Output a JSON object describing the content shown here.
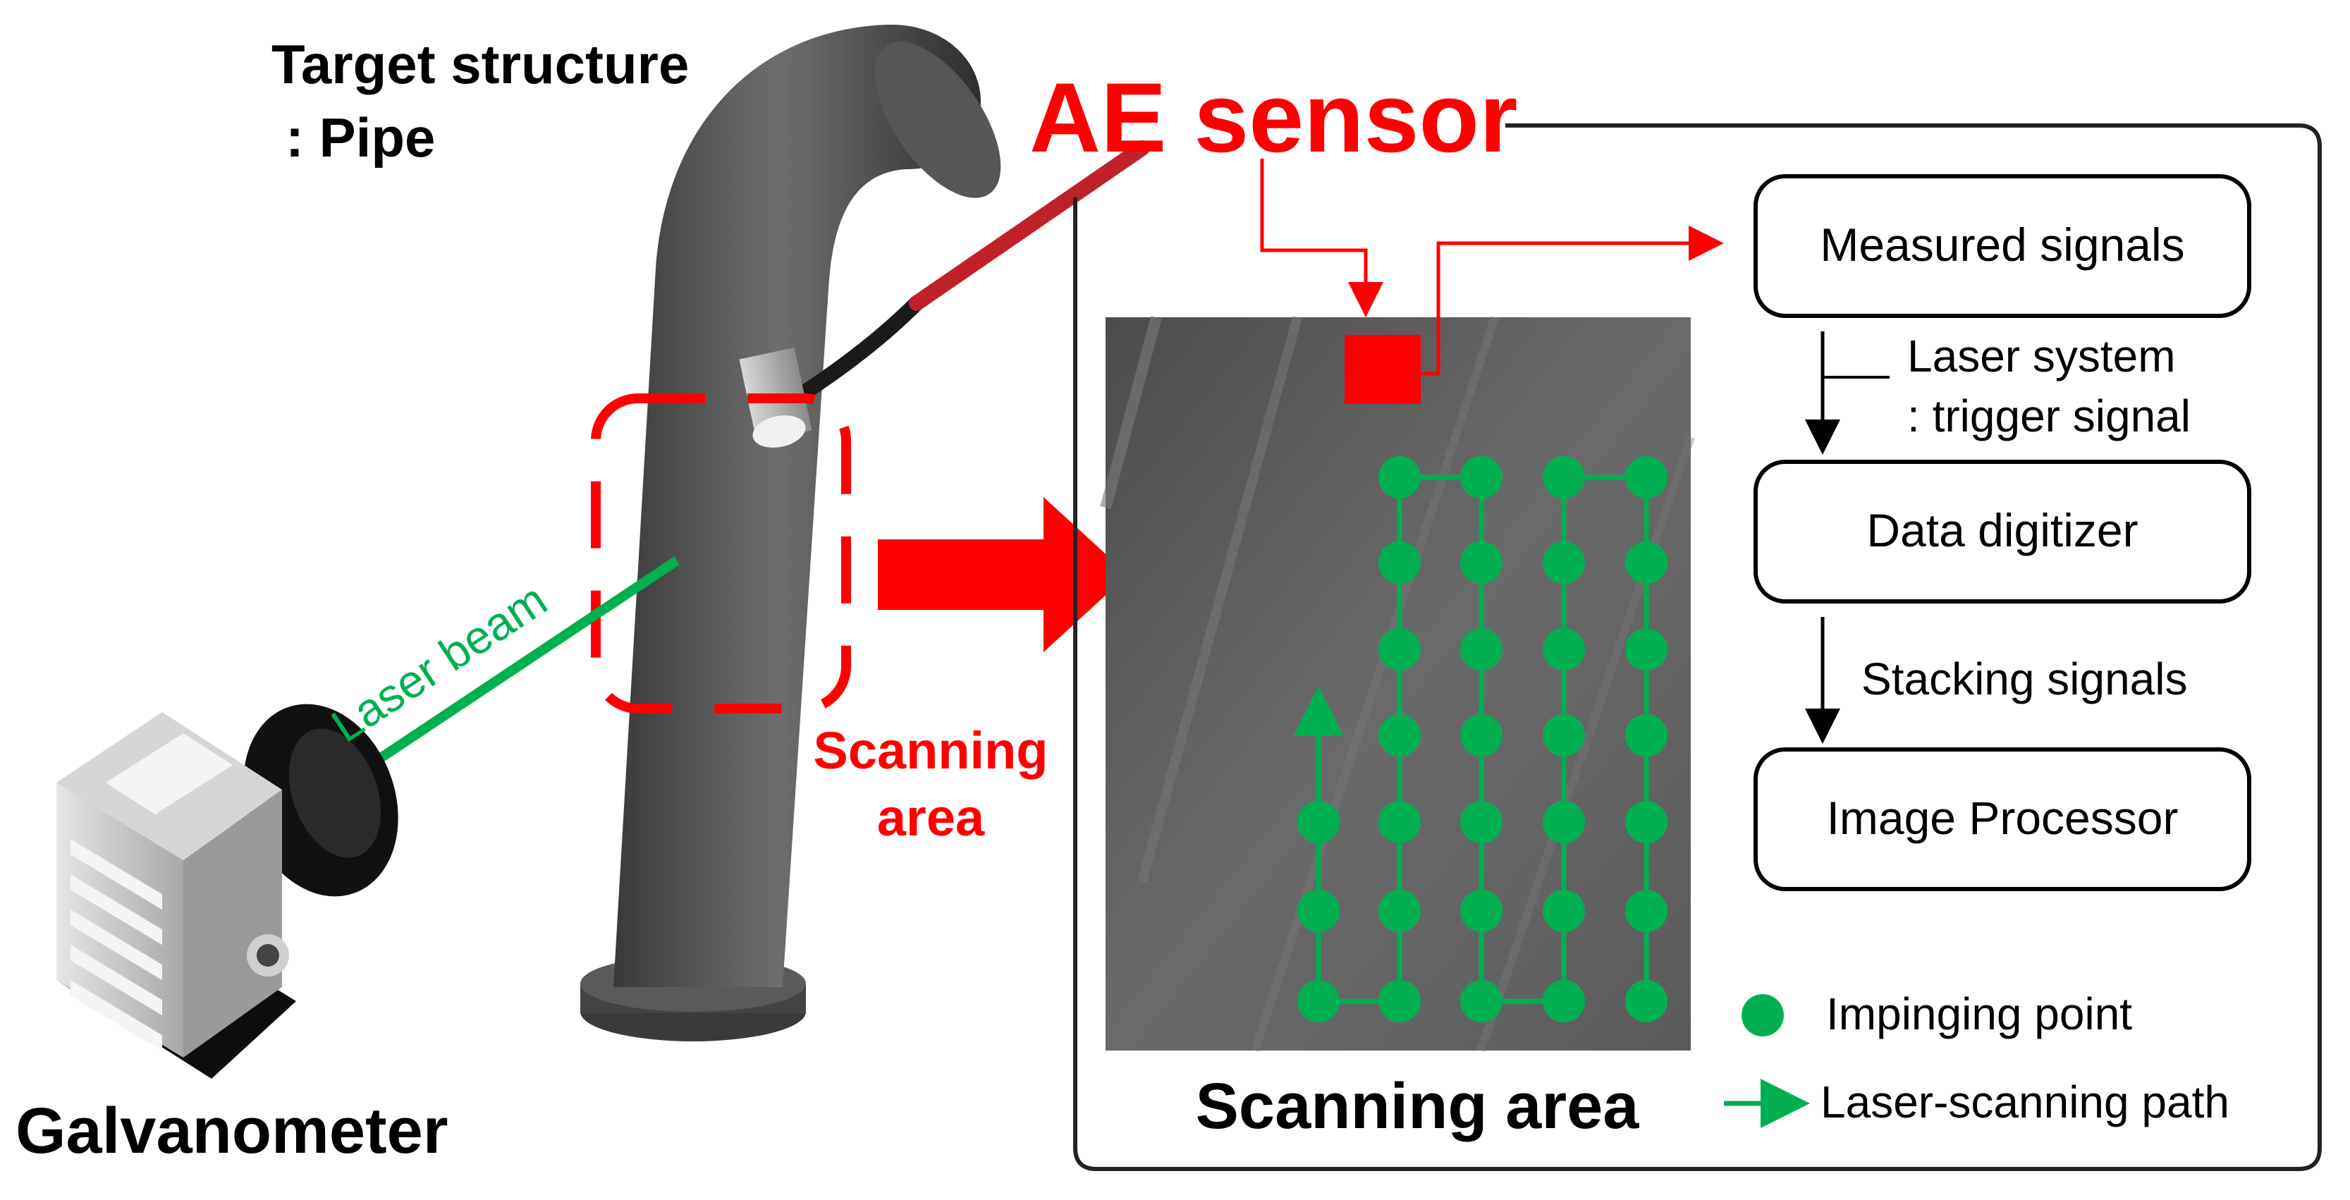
{
  "labels": {
    "target_structure": "Target structure",
    "pipe": ": Pipe",
    "ae_sensor": "AE sensor",
    "laser_beam": "Laser beam",
    "galvanometer": "Galvanometer",
    "scanning_area_side_1": "Scanning",
    "scanning_area_side_2": "area",
    "scanning_area_caption": "Scanning area"
  },
  "flow": {
    "measured_signals": "Measured signals",
    "laser_system_1": "Laser system",
    "laser_system_2": ": trigger signal",
    "data_digitizer": "Data digitizer",
    "stacking_signals": "Stacking signals",
    "image_processor": "Image Processor"
  },
  "legend": {
    "impinging_point": "Impinging point",
    "laser_path": "Laser-scanning path"
  },
  "colors": {
    "red": "#ff0000",
    "green": "#00b050",
    "pipe": "#4a4a4a",
    "scan_bg": "#5a5a5a"
  },
  "grid": {
    "columns": 5,
    "rows": 7
  }
}
